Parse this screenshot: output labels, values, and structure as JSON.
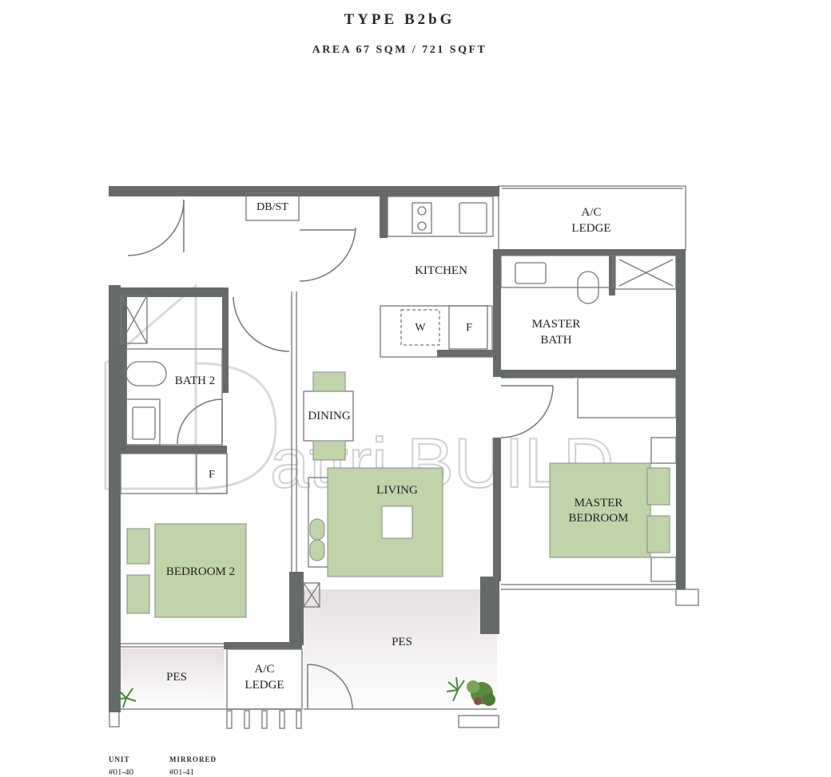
{
  "header": {
    "title": "TYPE B2bG",
    "area": "AREA  67 SQM / 721 SQFT"
  },
  "rooms": {
    "db_st": "DB/ST",
    "ac_ledge_top_1": "A/C",
    "ac_ledge_top_2": "LEDGE",
    "kitchen": "KITCHEN",
    "washer": "W",
    "fridge": "F",
    "master_bath_1": "MASTER",
    "master_bath_2": "BATH",
    "bath2": "BATH 2",
    "dining": "DINING",
    "living": "LIVING",
    "wardrobe_f": "F",
    "master_bedroom_1": "MASTER",
    "master_bedroom_2": "BEDROOM",
    "bedroom2": "BEDROOM 2",
    "pes_main": "PES",
    "pes_small": "PES",
    "ac_ledge_bottom_1": "A/C",
    "ac_ledge_bottom_2": "LEDGE"
  },
  "watermark": "attri.BUILD",
  "footer": {
    "unit_label": "UNIT",
    "unit_value": "#01-40",
    "mirrored_label": "MIRRORED",
    "mirrored_value": "#01-41"
  },
  "colors": {
    "wall": "#666a6b",
    "furniture_green": "#c0d4aa",
    "pes_fill": "#f1eeee"
  }
}
